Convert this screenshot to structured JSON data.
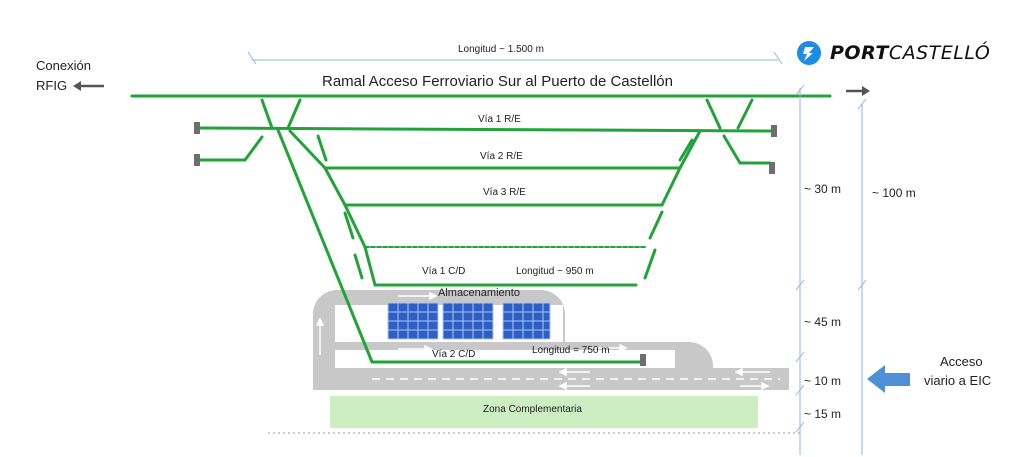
{
  "title": "Ramal Acceso Ferroviario Sur al Puerto de Castellón",
  "brand": {
    "bold": "PORT",
    "rest": "CASTELLÓ"
  },
  "conexion": {
    "line1": "Conexión",
    "line2": "RFIG"
  },
  "longitud_total": "Longitud ~ 1.500 m",
  "tracks": {
    "via1_re": "Vía 1 R/E",
    "via2_re": "Vía 2 R/E",
    "via3_re": "Vía 3 R/E",
    "via1_cd": "Vía 1 C/D",
    "via1_cd_length": "Longitud ~ 950 m",
    "via2_cd": "Vía 2 C/D",
    "via2_cd_length": "Longitud = 750 m"
  },
  "almacenamiento": "Almacenamiento",
  "zona_complementaria": "Zona Complementaria",
  "acceso": {
    "line1": "Acceso",
    "line2": "viario a EIC"
  },
  "dimensions": {
    "d30": "~ 30 m",
    "d100": "~ 100 m",
    "d45": "~ 45 m",
    "d10": "~ 10 m",
    "d15": "~ 15 m"
  },
  "colors": {
    "track": "#22a33a",
    "road": "#c8c8c8",
    "zone": "#cdeec2",
    "container": "#2f5fc4",
    "arrow_blue": "#4f8fd6",
    "dim_line": "#8fb6e0"
  }
}
